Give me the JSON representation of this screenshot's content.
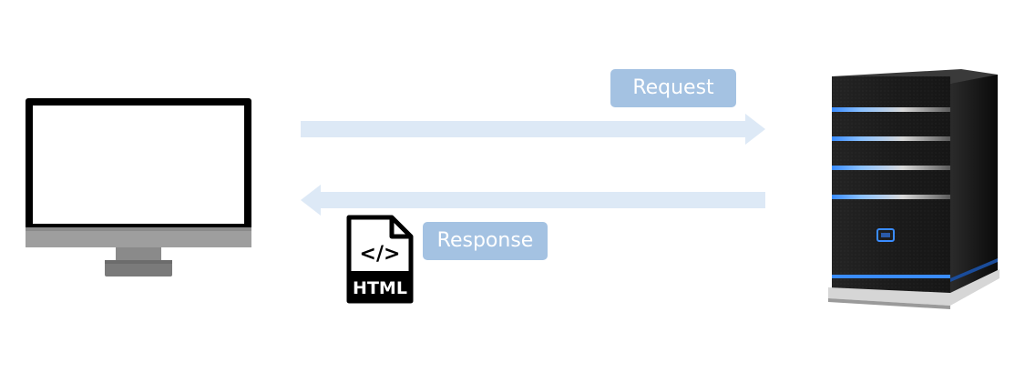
{
  "diagram": {
    "request_label": "Request",
    "response_label": "Response",
    "file_icon_text": "HTML",
    "file_icon_code": "</>"
  },
  "colors": {
    "arrow_fill": "#dde9f6",
    "badge_fill": "#a4c2e2",
    "badge_text": "#ffffff",
    "monitor_frame": "#000000",
    "monitor_screen": "#ffffff",
    "monitor_chin": "#9a9a9a",
    "server_accent": "#3a8cff"
  },
  "icons": {
    "client": "monitor-icon",
    "server": "server-tower-icon",
    "document": "html-file-icon"
  }
}
